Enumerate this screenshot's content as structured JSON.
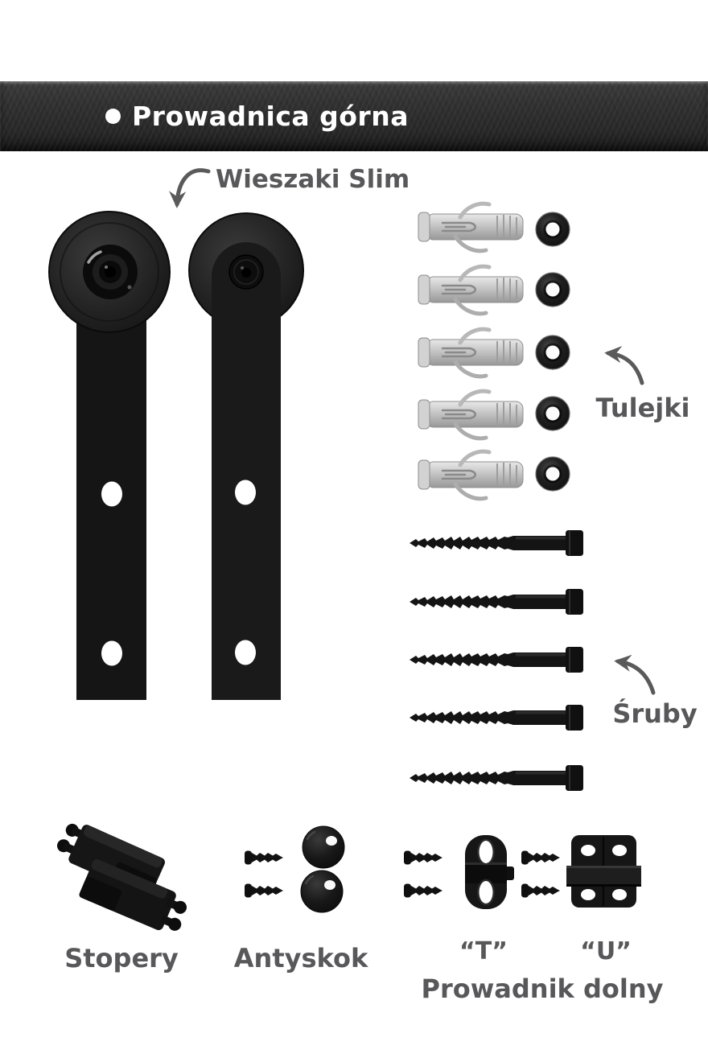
{
  "banner": {
    "label": "Prowadnica górna"
  },
  "labels": {
    "hangers": "Wieszaki Slim",
    "bushings": "Tulejki",
    "screws": "Śruby",
    "stoppers": "Stopery",
    "anti_jump": "Antyskok",
    "guide_t": "“T”",
    "guide_u": "“U”",
    "bottom_guide": "Prowadnik dolny"
  },
  "components": {
    "hangers": {
      "label": "Wieszaki Slim",
      "count": 2
    },
    "wall_plugs": {
      "count": 5
    },
    "bushings": {
      "label": "Tulejki",
      "count": 5
    },
    "lag_screws": {
      "label": "Śruby",
      "count": 5
    },
    "stoppers": {
      "label": "Stopery",
      "count": 2
    },
    "anti_jump_discs": {
      "label": "Antyskok",
      "count": 2
    },
    "anti_jump_screws": {
      "count": 2
    },
    "guide_t": {
      "label": "“T”",
      "count": 1
    },
    "guide_t_screws": {
      "count": 2
    },
    "guide_u": {
      "label": "“U”",
      "count": 1
    },
    "guide_u_screws": {
      "count": 2
    }
  },
  "colors": {
    "background": "#ffffff",
    "label_text": "#58585a",
    "banner_text": "#ffffff",
    "banner_bar": "#2e2e2e",
    "part_black": "#161616",
    "plug_gray": "#c6c6c6",
    "arrow": "#5a5a5a"
  }
}
